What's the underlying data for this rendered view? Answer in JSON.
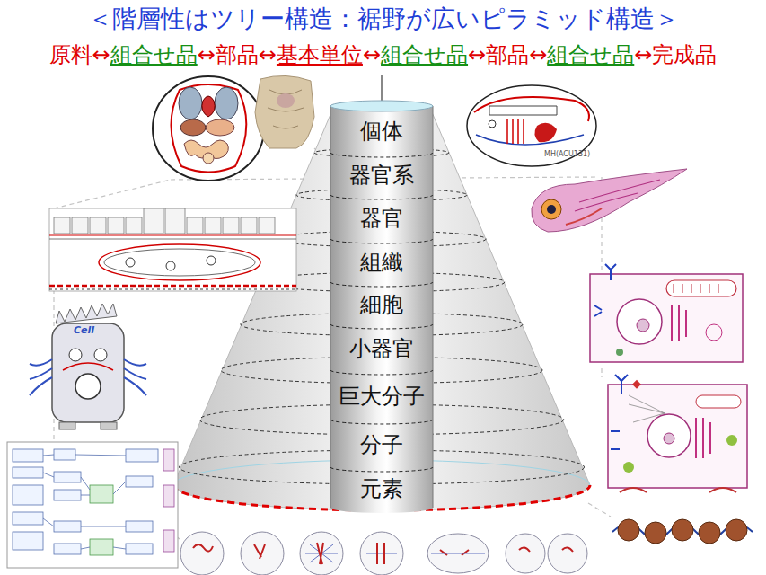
{
  "diagram": {
    "title": "＜階層性はツリー構造：裾野が広いピラミッド構造＞",
    "nodes": [
      {
        "text": [
          "個体"
        ]
      },
      {
        "text": [
          "器官系"
        ]
      },
      {
        "text": [
          "器官"
        ]
      },
      {
        "text": [
          "組織"
        ]
      },
      {
        "text": [
          "細胞"
        ]
      },
      {
        "text": [
          "小器官"
        ]
      },
      {
        "text": [
          "巨大分子"
        ]
      },
      {
        "text": [
          "分子"
        ]
      },
      {
        "text": [
          "元素"
        ]
      }
    ],
    "labels": [
      "原料",
      "↔",
      "組合せ品",
      "↔",
      "部品",
      "↔",
      "基本単位",
      "↔",
      "組合せ品",
      "↔",
      "部品",
      "↔",
      "組合せ品",
      "↔",
      "完成品",
      "Cell",
      "MH(ACU131)"
    ]
  }
}
